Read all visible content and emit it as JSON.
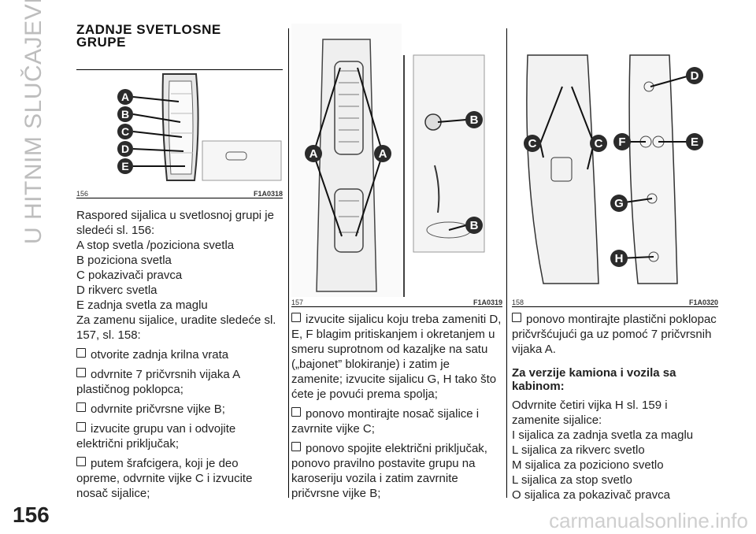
{
  "side_title": "U HITNIM SLUČAJEVIMA",
  "page_number": "156",
  "watermark": "carmanualsonline.info",
  "col1": {
    "heading": "ZADNJE SVETLOSNE\nGRUPE",
    "figure": {
      "number": "156",
      "code": "F1A0318",
      "labels": [
        "A",
        "B",
        "C",
        "D",
        "E"
      ]
    },
    "lines": [
      "Raspored sijalica u svetlosnoj grupi je sledeći sl. 156:",
      "A stop svetla /poziciona svetla",
      "B poziciona svetla",
      "C pokazivači pravca",
      "D rikverc svetla",
      "E zadnja svetla za maglu",
      "Za zamenu sijalice, uradite sledeće sl. 157, sl. 158:"
    ],
    "bullets": [
      "otvorite zadnja krilna vrata",
      "odvrnite 7 pričvrsnih vijaka A plastičnog poklopca;",
      "odvrnite pričvrsne vijke B;",
      "izvucite grupu van i odvojite električni priključak;",
      "putem šrafcigera, koji je deo opreme, odvrnite vijke C i izvucite nosač sijalice;"
    ]
  },
  "col2": {
    "figure": {
      "number": "157",
      "code": "F1A0319",
      "labels": [
        "A",
        "A",
        "B",
        "B"
      ]
    },
    "bullets": [
      "izvucite sijalicu koju treba zameniti D, E, F blagim pritiskanjem i okretanjem u smeru suprotnom od kazaljke na satu („bajonet” blokiranje) i zatim je zamenite; izvucite sijalicu G, H tako što ćete je povući prema spolja;",
      "ponovo montirajte nosač sijalice i zavrnite vijke C;",
      "ponovo spojite električni priključak, ponovo pravilno postavite grupu na karoseriju vozila i zatim zavrnite pričvrsne vijke B;"
    ]
  },
  "col3": {
    "figure": {
      "number": "158",
      "code": "F1A0320",
      "labels": [
        "D",
        "C",
        "C",
        "F",
        "E",
        "G",
        "H"
      ]
    },
    "bullets": [
      "ponovo montirajte plastični poklopac pričvršćujući ga uz pomoć 7 pričvrsnih vijaka A."
    ],
    "subheading": "Za verzije kamiona i vozila sa kabinom:",
    "lines": [
      "Odvrnite četiri vijka H sl. 159 i zamenite sijalice:",
      "I sijalica za zadnja svetla za maglu",
      "L sijalica za rikverc svetlo",
      "M sijalica za poziciono svetlo",
      "L sijalica za stop svetlo",
      "O sijalica za pokazivač pravca"
    ]
  },
  "colors": {
    "callout": "#2b2b2b",
    "rule": "#000000",
    "side_title": "#bdbdbd"
  }
}
